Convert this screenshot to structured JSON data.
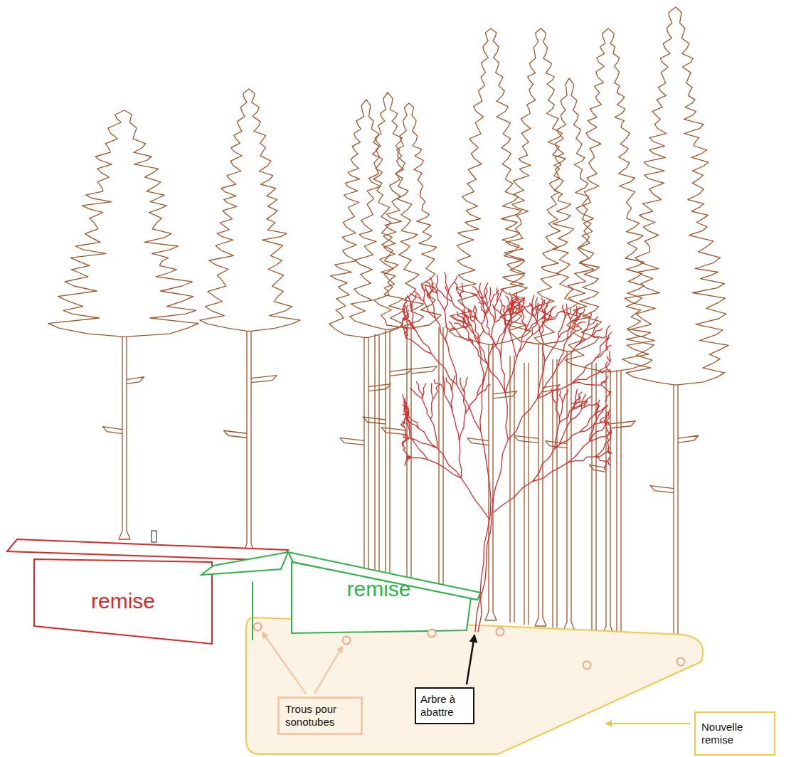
{
  "diagram": {
    "nodes": [
      {
        "text": [
          "remise"
        ]
      },
      {
        "text": [
          "remise"
        ]
      },
      {
        "text": [
          "Trous pour sonotubes"
        ]
      },
      {
        "text": [
          "Arbre à abattre"
        ]
      },
      {
        "text": [
          "Nouvelle remise"
        ]
      }
    ]
  }
}
